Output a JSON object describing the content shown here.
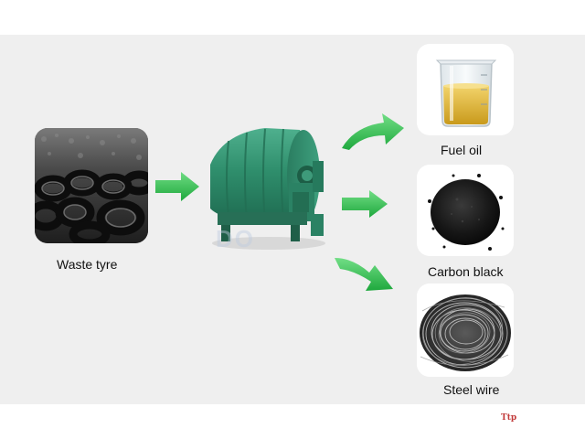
{
  "inputs": [
    {
      "label": "Waste tyre"
    }
  ],
  "outputs": [
    {
      "label": "Fuel oil"
    },
    {
      "label": "Carbon black"
    },
    {
      "label": "Steel wire"
    }
  ],
  "watermark": "Ttp",
  "faint_logo": "DO",
  "colors": {
    "background": "#efefef",
    "arrow": "#2dbb4c",
    "reactor": "#2e8b6b",
    "card": "#ffffff"
  },
  "icons": {
    "waste_tyre": "tyre-pile-icon",
    "reactor": "pyrolysis-reactor-icon",
    "fuel_oil": "oil-beaker-icon",
    "carbon_black": "carbon-powder-icon",
    "steel_wire": "wire-coil-icon"
  }
}
